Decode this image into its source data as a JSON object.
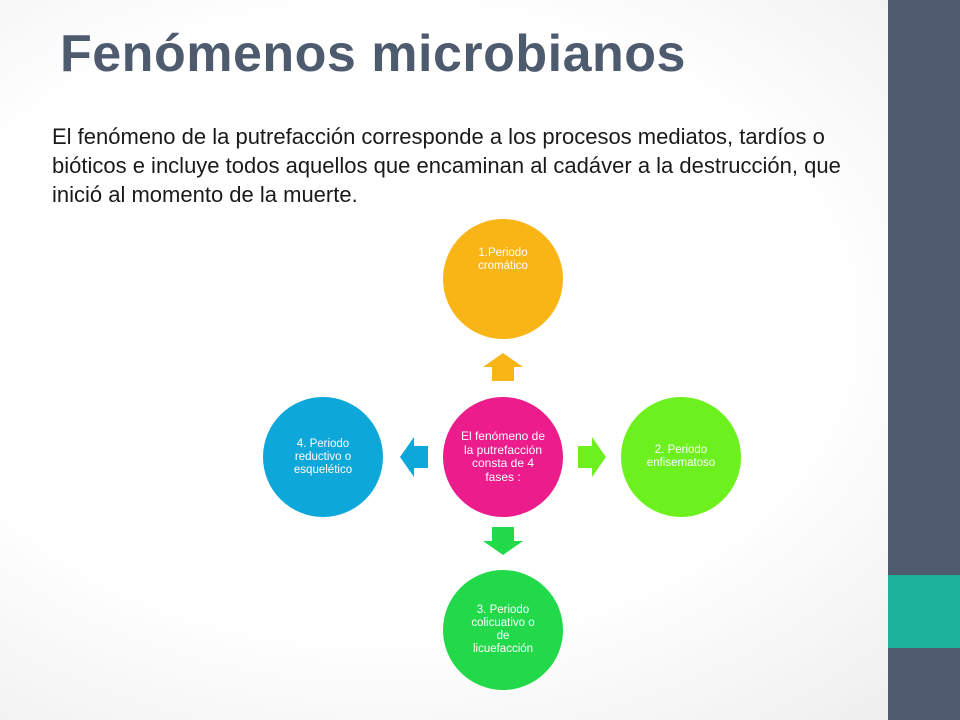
{
  "slide": {
    "title": "Fenómenos microbianos",
    "body": "El fenómeno de la putrefacción corresponde a los procesos mediatos, tardíos o bióticos e incluye todos aquellos que encaminan al cadáver a la destrucción, que inició al momento de la muerte."
  },
  "diagram": {
    "center": "El fenómeno de la putrefacción consta de 4 fases :",
    "top": "1.Periodo cromático",
    "right": "2. Periodo enfisematoso",
    "bottom": "3. Periodo colicuativo o de licuefacción",
    "left": "4. Periodo reductivo o esquelético"
  },
  "colors": {
    "sidebar": "#4e5b6e",
    "accent": "#1cb39b",
    "center": "#ec1c8c",
    "top": "#f9b516",
    "right": "#6cf11f",
    "bottom": "#22d94a",
    "left": "#0ea7d9"
  }
}
